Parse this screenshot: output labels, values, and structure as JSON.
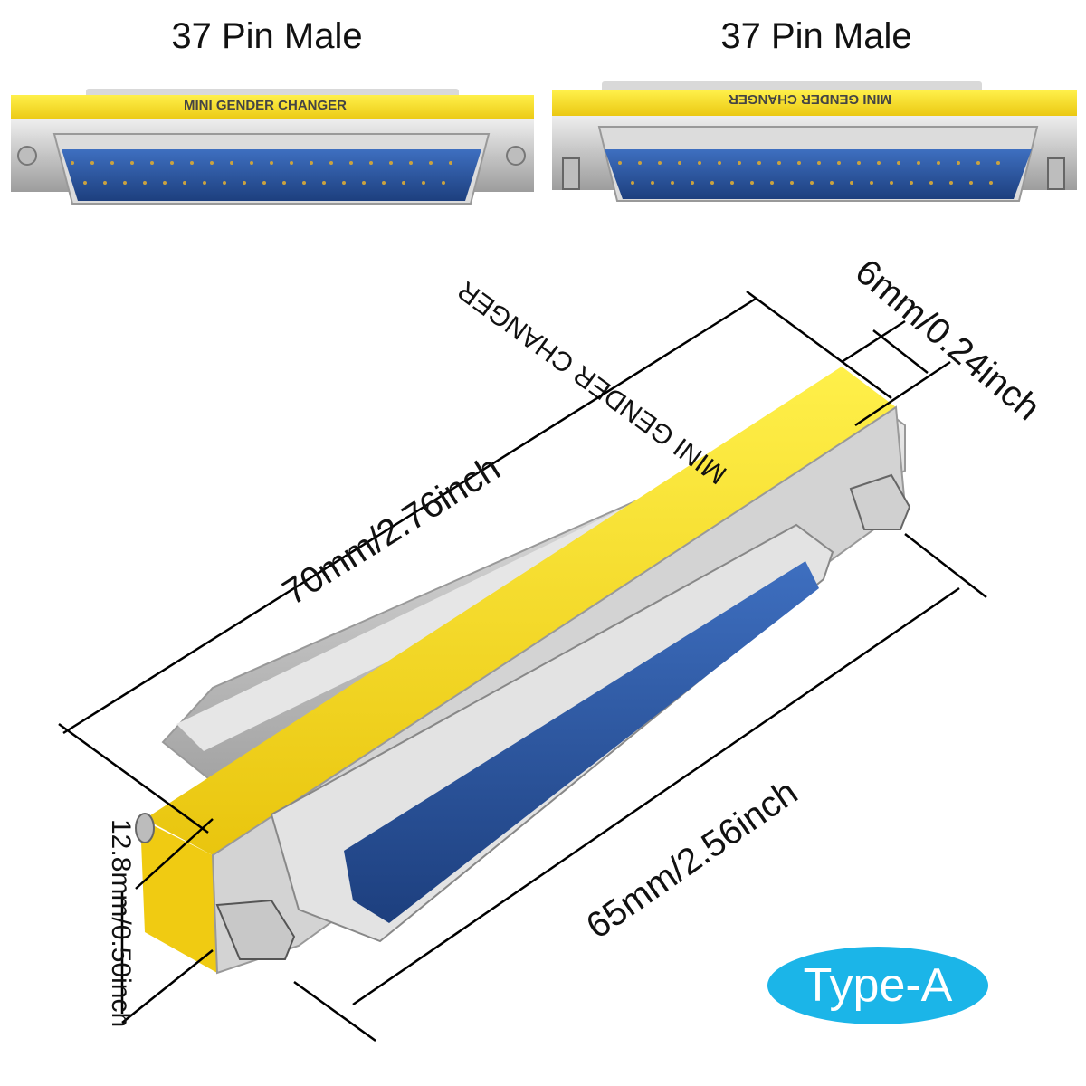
{
  "top_views": [
    {
      "label": "37 Pin Male",
      "band_text": "MINI GENDER CHANGER",
      "orientation": "upright"
    },
    {
      "label": "37 Pin Male",
      "band_text": "MINI GENDER CHANGER",
      "orientation": "mirrored"
    }
  ],
  "main_view": {
    "band_text": "MINI GENDER CHANGER"
  },
  "dimensions": {
    "overall_length": "70mm/2.76inch",
    "band_width": "6mm/0.24inch",
    "shell_length": "65mm/2.56inch",
    "height": "12.8mm/0.50inch"
  },
  "badge": {
    "label": "Type-A"
  },
  "colors": {
    "yellow_band": "#f5d816",
    "shell_metal": "#cfcfcf",
    "insulator_blue": "#2d5aa8",
    "pin_gold": "#c9a240",
    "badge_blue": "#1bb5e8"
  }
}
